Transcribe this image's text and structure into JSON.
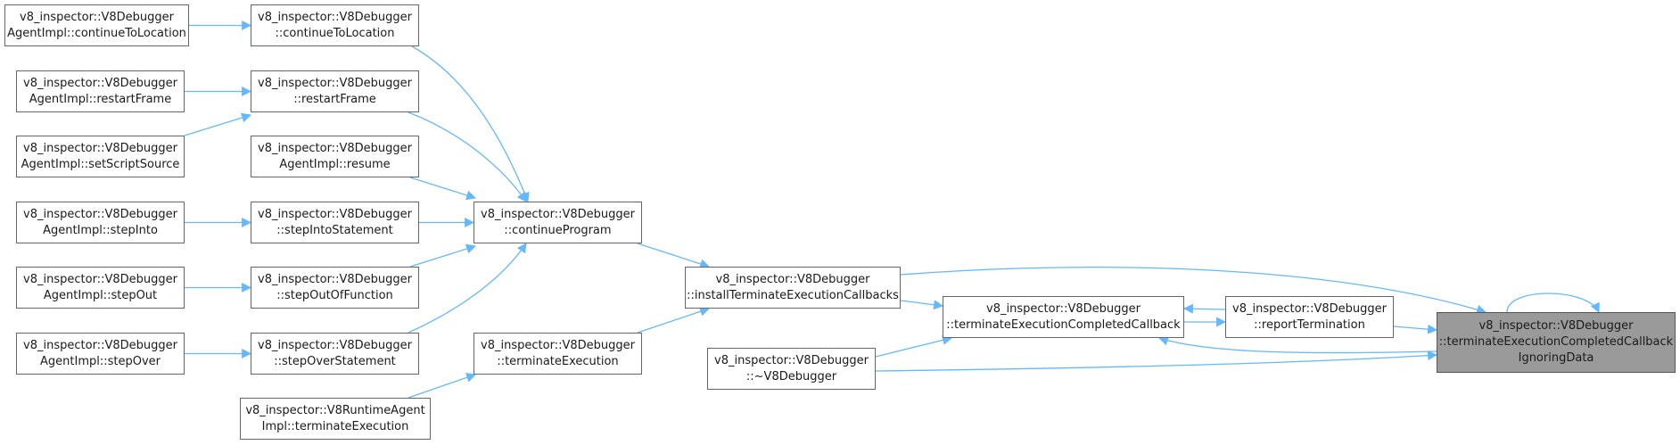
{
  "nodes": {
    "a1": [
      "v8_inspector::V8Debugger",
      "AgentImpl::continueToLocation"
    ],
    "a2": [
      "v8_inspector::V8Debugger",
      "AgentImpl::restartFrame"
    ],
    "a3": [
      "v8_inspector::V8Debugger",
      "AgentImpl::setScriptSource"
    ],
    "a4": [
      "v8_inspector::V8Debugger",
      "AgentImpl::stepInto"
    ],
    "a5": [
      "v8_inspector::V8Debugger",
      "AgentImpl::stepOut"
    ],
    "a6": [
      "v8_inspector::V8Debugger",
      "AgentImpl::stepOver"
    ],
    "b1": [
      "v8_inspector::V8Debugger",
      "::continueToLocation"
    ],
    "b2": [
      "v8_inspector::V8Debugger",
      "::restartFrame"
    ],
    "b3": [
      "v8_inspector::V8Debugger",
      "AgentImpl::resume"
    ],
    "b4": [
      "v8_inspector::V8Debugger",
      "::stepIntoStatement"
    ],
    "b5": [
      "v8_inspector::V8Debugger",
      "::stepOutOfFunction"
    ],
    "b6": [
      "v8_inspector::V8Debugger",
      "::stepOverStatement"
    ],
    "b7": [
      "v8_inspector::V8RuntimeAgent",
      "Impl::terminateExecution"
    ],
    "c1": [
      "v8_inspector::V8Debugger",
      "::continueProgram"
    ],
    "c2": [
      "v8_inspector::V8Debugger",
      "::terminateExecution"
    ],
    "d1": [
      "v8_inspector::V8Debugger",
      "::installTerminateExecutionCallbacks"
    ],
    "d2": [
      "v8_inspector::V8Debugger",
      "::~V8Debugger"
    ],
    "e1": [
      "v8_inspector::V8Debugger",
      "::terminateExecutionCompletedCallback"
    ],
    "f1": [
      "v8_inspector::V8Debugger",
      "::reportTermination"
    ],
    "g1": [
      "v8_inspector::V8Debugger",
      "::terminateExecutionCompletedCallback",
      "IgnoringData"
    ]
  },
  "edges": [
    [
      "a1",
      "b1"
    ],
    [
      "a2",
      "b2"
    ],
    [
      "a3",
      "b2"
    ],
    [
      "a4",
      "b4"
    ],
    [
      "a5",
      "b5"
    ],
    [
      "a6",
      "b6"
    ],
    [
      "b1",
      "c1"
    ],
    [
      "b2",
      "c1"
    ],
    [
      "b3",
      "c1"
    ],
    [
      "b4",
      "c1"
    ],
    [
      "b5",
      "c1"
    ],
    [
      "b6",
      "c1"
    ],
    [
      "b7",
      "c2"
    ],
    [
      "c1",
      "d1"
    ],
    [
      "c2",
      "d1"
    ],
    [
      "d1",
      "e1"
    ],
    [
      "d1",
      "g1"
    ],
    [
      "d2",
      "e1"
    ],
    [
      "d2",
      "g1"
    ],
    [
      "e1",
      "f1"
    ],
    [
      "f1",
      "e1"
    ],
    [
      "f1",
      "g1"
    ],
    [
      "g1",
      "e1"
    ],
    [
      "g1",
      "g1"
    ]
  ],
  "colors": {
    "edge": "#63b8ff",
    "node_border": "#666666",
    "focus_fill": "#9a9a9a"
  }
}
